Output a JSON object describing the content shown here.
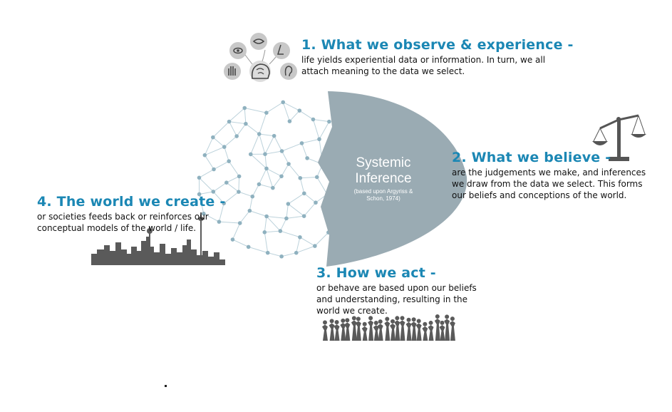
{
  "center": {
    "title_line1": "Systemic",
    "title_line2": "Inference",
    "source_line1": "(based upon Argyriss &",
    "source_line2": "Schon, 1974)"
  },
  "steps": [
    {
      "heading": "1. What we observe & experience -",
      "line1": "life yields experiential data or information. In turn, we all",
      "line2": "attach meaning to the data we select.",
      "icon": "senses-head-icon"
    },
    {
      "heading": "2. What we believe -",
      "line1": "are the judgements we make, and inferences",
      "line2": "we draw from the data we select. This forms",
      "line3": "our beliefs and conceptions of the world.",
      "icon": "balance-scale-icon"
    },
    {
      "heading": "3. How we act -",
      "line1": "or behave are based upon our beliefs",
      "line2": "and understanding, resulting in the",
      "line3": "world we create.",
      "icon": "crowd-silhouette-icon"
    },
    {
      "heading": "4. The world we create -",
      "line1": "or societies feeds back or reinforces our",
      "line2": "conceptual models of the world / life.",
      "icon": "city-skyline-icon"
    }
  ],
  "colors": {
    "accent": "#1b87b4",
    "shape": "#9aabb3",
    "network_node": "#8fb1bf",
    "network_line": "#bcd2db",
    "silhouette": "#5a5a5a"
  }
}
